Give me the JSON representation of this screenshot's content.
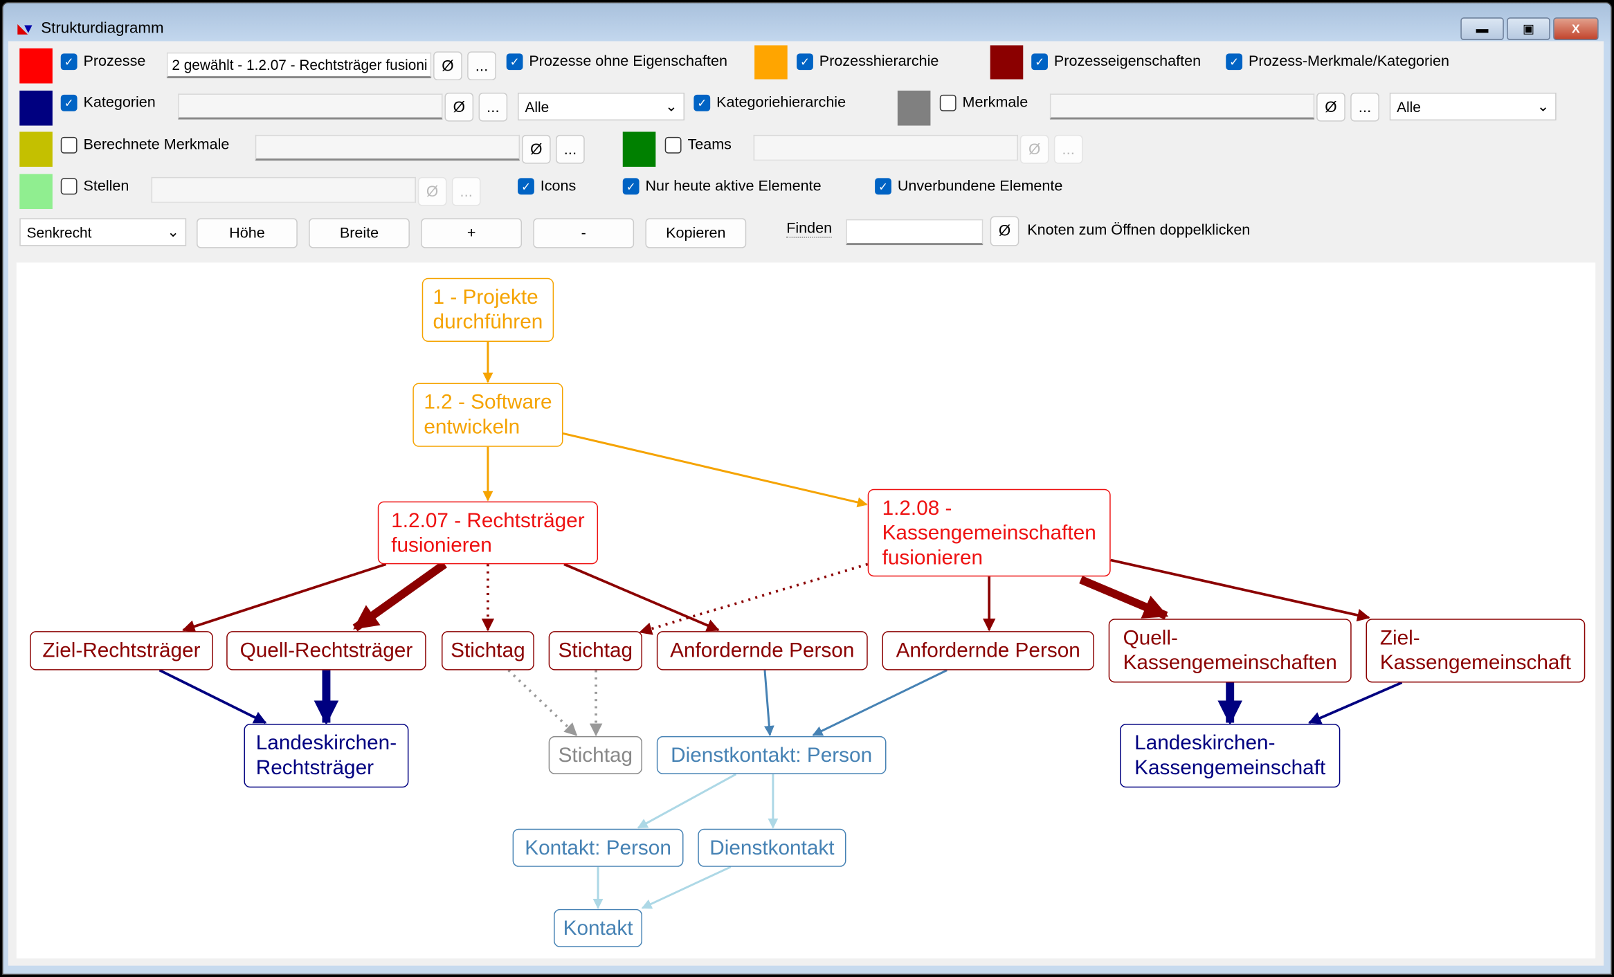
{
  "window": {
    "title": "Strukturdiagramm",
    "minimize": "▬",
    "maximize": "▣",
    "close": "X"
  },
  "colors": {
    "prozesse": "#ff0000",
    "kategorien": "#000080",
    "berechnete": "#c4c000",
    "stellen": "#90ee90",
    "prozesshierarchie": "#ffa500",
    "prozesseigenschaften": "#8b0000",
    "merkmale": "#808080",
    "teams": "#008000"
  },
  "toolbar": {
    "prozesse": {
      "label": "Prozesse",
      "checked": true,
      "value": "2 gewählt - 1.2.07 - Rechtsträger fusioni"
    },
    "prozesse_ohne": {
      "label": "Prozesse ohne Eigenschaften",
      "checked": true
    },
    "prozesshierarchie": {
      "label": "Prozesshierarchie",
      "checked": true
    },
    "prozesseigenschaften": {
      "label": "Prozesseigenschaften",
      "checked": true
    },
    "prozess_merkmale": {
      "label": "Prozess-Merkmale/Kategorien",
      "checked": true
    },
    "kategorien": {
      "label": "Kategorien",
      "checked": true,
      "value": "",
      "filter": "Alle"
    },
    "kategoriehierarchie": {
      "label": "Kategoriehierarchie",
      "checked": true
    },
    "merkmale": {
      "label": "Merkmale",
      "checked": false,
      "value": "",
      "filter": "Alle"
    },
    "berechnete": {
      "label": "Berechnete Merkmale",
      "checked": false
    },
    "teams": {
      "label": "Teams",
      "checked": false
    },
    "stellen": {
      "label": "Stellen",
      "checked": false
    },
    "icons": {
      "label": "Icons",
      "checked": true
    },
    "nur_heute": {
      "label": "Nur heute aktive Elemente",
      "checked": true
    },
    "unverbundene": {
      "label": "Unverbundene Elemente",
      "checked": true
    },
    "clear": "Ø",
    "more": "...",
    "layout": "Senkrecht",
    "hoehe": "Höhe",
    "breite": "Breite",
    "plus": "+",
    "minus": "-",
    "kopieren": "Kopieren",
    "finden_label": "Finden",
    "finden_value": "",
    "hint": "Knoten zum Öffnen doppelklicken"
  },
  "nodes": {
    "n1": "1 - Projekte\ndurchführen",
    "n2": "1.2 - Software\nentwickeln",
    "n3": "1.2.07 - Rechtsträger\nfusionieren",
    "n4": "1.2.08 -\nKassengemeinschaften\nfusionieren",
    "ziel_rt": "Ziel-Rechtsträger",
    "quell_rt": "Quell-Rechtsträger",
    "stichtag1": "Stichtag",
    "stichtag2": "Stichtag",
    "anf1": "Anfordernde Person",
    "anf2": "Anfordernde Person",
    "quell_kg": "Quell-\nKassengemeinschaften",
    "ziel_kg": "Ziel-\nKassengemeinschaft",
    "lk_rt": "Landeskirchen-\nRechtsträger",
    "stichtag_cat": "Stichtag",
    "dk_person": "Dienstkontakt: Person",
    "lk_kg": "Landeskirchen-\nKassengemeinschaft",
    "k_person": "Kontakt: Person",
    "dienstkontakt": "Dienstkontakt",
    "kontakt": "Kontakt"
  }
}
